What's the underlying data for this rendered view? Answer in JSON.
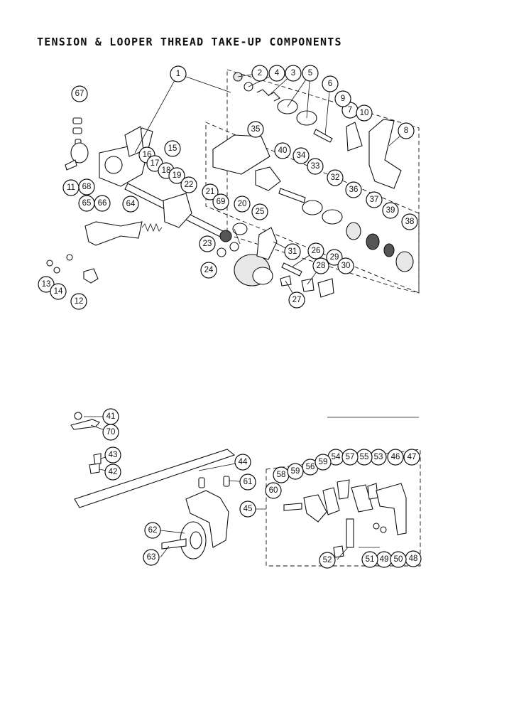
{
  "title": "TENSION & LOOPER THREAD TAKE-UP COMPONENTS",
  "callouts": [
    "1",
    "2",
    "3",
    "4",
    "5",
    "6",
    "7",
    "8",
    "9",
    "10",
    "11",
    "12",
    "13",
    "14",
    "15",
    "16",
    "17",
    "18",
    "19",
    "20",
    "21",
    "22",
    "23",
    "24",
    "25",
    "26",
    "27",
    "28",
    "29",
    "30",
    "31",
    "32",
    "33",
    "34",
    "35",
    "36",
    "37",
    "38",
    "39",
    "40",
    "41",
    "42",
    "43",
    "44",
    "45",
    "46",
    "47",
    "48",
    "49",
    "50",
    "51",
    "52",
    "53",
    "54",
    "55",
    "56",
    "57",
    "58",
    "59",
    "59",
    "60",
    "61",
    "62",
    "63",
    "64",
    "65",
    "66",
    "67",
    "68",
    "69",
    "70"
  ]
}
